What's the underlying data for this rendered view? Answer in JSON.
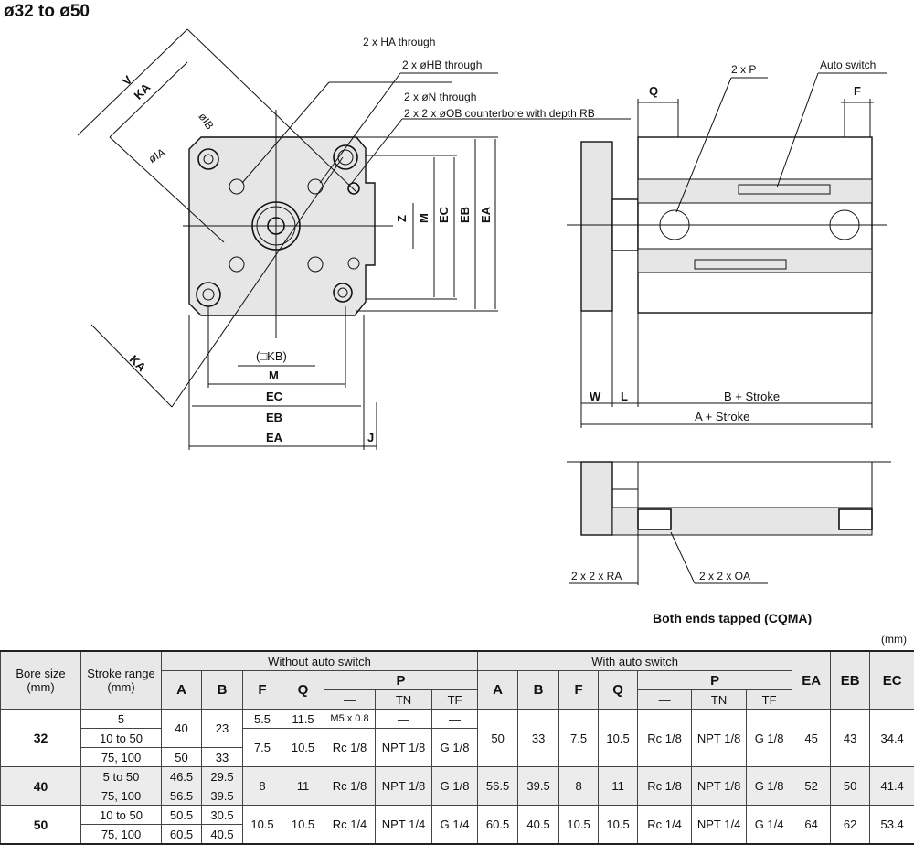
{
  "title": "ø32 to ø50",
  "labels": {
    "ha": "2 x HA through",
    "hb": "2 x øHB through",
    "n": "2 x øN through",
    "ob": "2 x 2 x øOB counterbore with depth RB",
    "v": "V",
    "ka1": "KA",
    "ka2": "KA",
    "ib": "øIB",
    "ia": "øIA",
    "z": "Z",
    "m_v": "M",
    "ec_v": "EC",
    "eb_v": "EB",
    "ea_v": "EA",
    "kb": "(□KB)",
    "m_h": "M",
    "ec_h": "EC",
    "eb_h": "EB",
    "ea_h": "EA",
    "j": "J",
    "p": "2 x P",
    "auto_switch": "Auto switch",
    "q": "Q",
    "f": "F",
    "w": "W",
    "l": "L",
    "b_stroke": "B + Stroke",
    "a_stroke": "A + Stroke",
    "ra": "2 x 2 x RA",
    "oa": "2 x 2 x OA"
  },
  "caption": "Both ends tapped (CQMA)",
  "unit": "(mm)",
  "table": {
    "h": {
      "bore": "Bore size",
      "bore_u": "(mm)",
      "stroke": "Stroke range",
      "stroke_u": "(mm)",
      "without": "Without auto switch",
      "with": "With auto switch",
      "A": "A",
      "B": "B",
      "F": "F",
      "Q": "Q",
      "P": "P",
      "dash": "—",
      "TN": "TN",
      "TF": "TF",
      "EA": "EA",
      "EB": "EB",
      "EC": "EC"
    },
    "r32": {
      "bore": "32",
      "s1": "5",
      "s2": "10 to 50",
      "s3": "75, 100",
      "a1": "40",
      "b1": "23",
      "a3": "50",
      "b3": "33",
      "f1": "5.5",
      "q1": "11.5",
      "p1": "M5 x 0.8",
      "tn1": "—",
      "tf1": "—",
      "f2": "7.5",
      "q2": "10.5",
      "p2": "Rc 1/8",
      "tn2": "NPT 1/8",
      "tf2": "G 1/8",
      "wa": "50",
      "wb": "33",
      "wf": "7.5",
      "wq": "10.5",
      "wp": "Rc 1/8",
      "wtn": "NPT 1/8",
      "wtf": "G 1/8",
      "ea": "45",
      "eb": "43",
      "ec": "34.4"
    },
    "r40": {
      "bore": "40",
      "s1": "5 to 50",
      "s2": "75, 100",
      "a1": "46.5",
      "b1": "29.5",
      "a2": "56.5",
      "b2": "39.5",
      "f": "8",
      "q": "11",
      "p": "Rc 1/8",
      "tn": "NPT 1/8",
      "tf": "G 1/8",
      "wa": "56.5",
      "wb": "39.5",
      "wf": "8",
      "wq": "11",
      "wp": "Rc 1/8",
      "wtn": "NPT 1/8",
      "wtf": "G 1/8",
      "ea": "52",
      "eb": "50",
      "ec": "41.4"
    },
    "r50": {
      "bore": "50",
      "s1": "10 to 50",
      "s2": "75, 100",
      "a1": "50.5",
      "b1": "30.5",
      "a2": "60.5",
      "b2": "40.5",
      "f": "10.5",
      "q": "10.5",
      "p": "Rc 1/4",
      "tn": "NPT 1/4",
      "tf": "G 1/4",
      "wa": "60.5",
      "wb": "40.5",
      "wf": "10.5",
      "wq": "10.5",
      "wp": "Rc 1/4",
      "wtn": "NPT 1/4",
      "wtf": "G 1/4",
      "ea": "64",
      "eb": "62",
      "ec": "53.4"
    }
  }
}
